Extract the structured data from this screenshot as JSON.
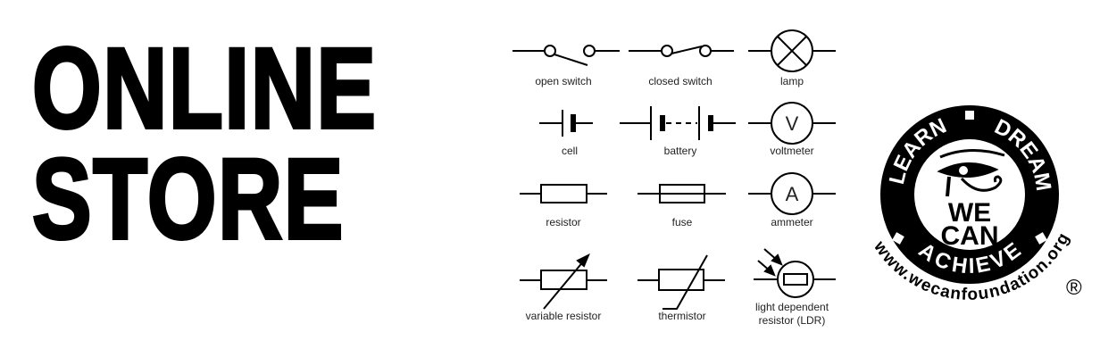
{
  "title": {
    "line1": "ONLINE",
    "line2": "STORE"
  },
  "symbols": {
    "open_switch": "open switch",
    "closed_switch": "closed switch",
    "lamp": "lamp",
    "cell": "cell",
    "battery": "battery",
    "voltmeter": "voltmeter",
    "voltmeter_letter": "V",
    "resistor": "resistor",
    "fuse": "fuse",
    "ammeter": "ammeter",
    "ammeter_letter": "A",
    "variable_resistor": "variable resistor",
    "thermistor": "thermistor",
    "ldr_line1": "light dependent",
    "ldr_line2": "resistor (LDR)"
  },
  "logo": {
    "top_left": "LEARN",
    "top_right": "DREAM",
    "bottom": "ACHIEVE",
    "center_line1": "WE",
    "center_line2": "CAN",
    "url": "www.wecanfoundation.org",
    "registered": "®"
  }
}
